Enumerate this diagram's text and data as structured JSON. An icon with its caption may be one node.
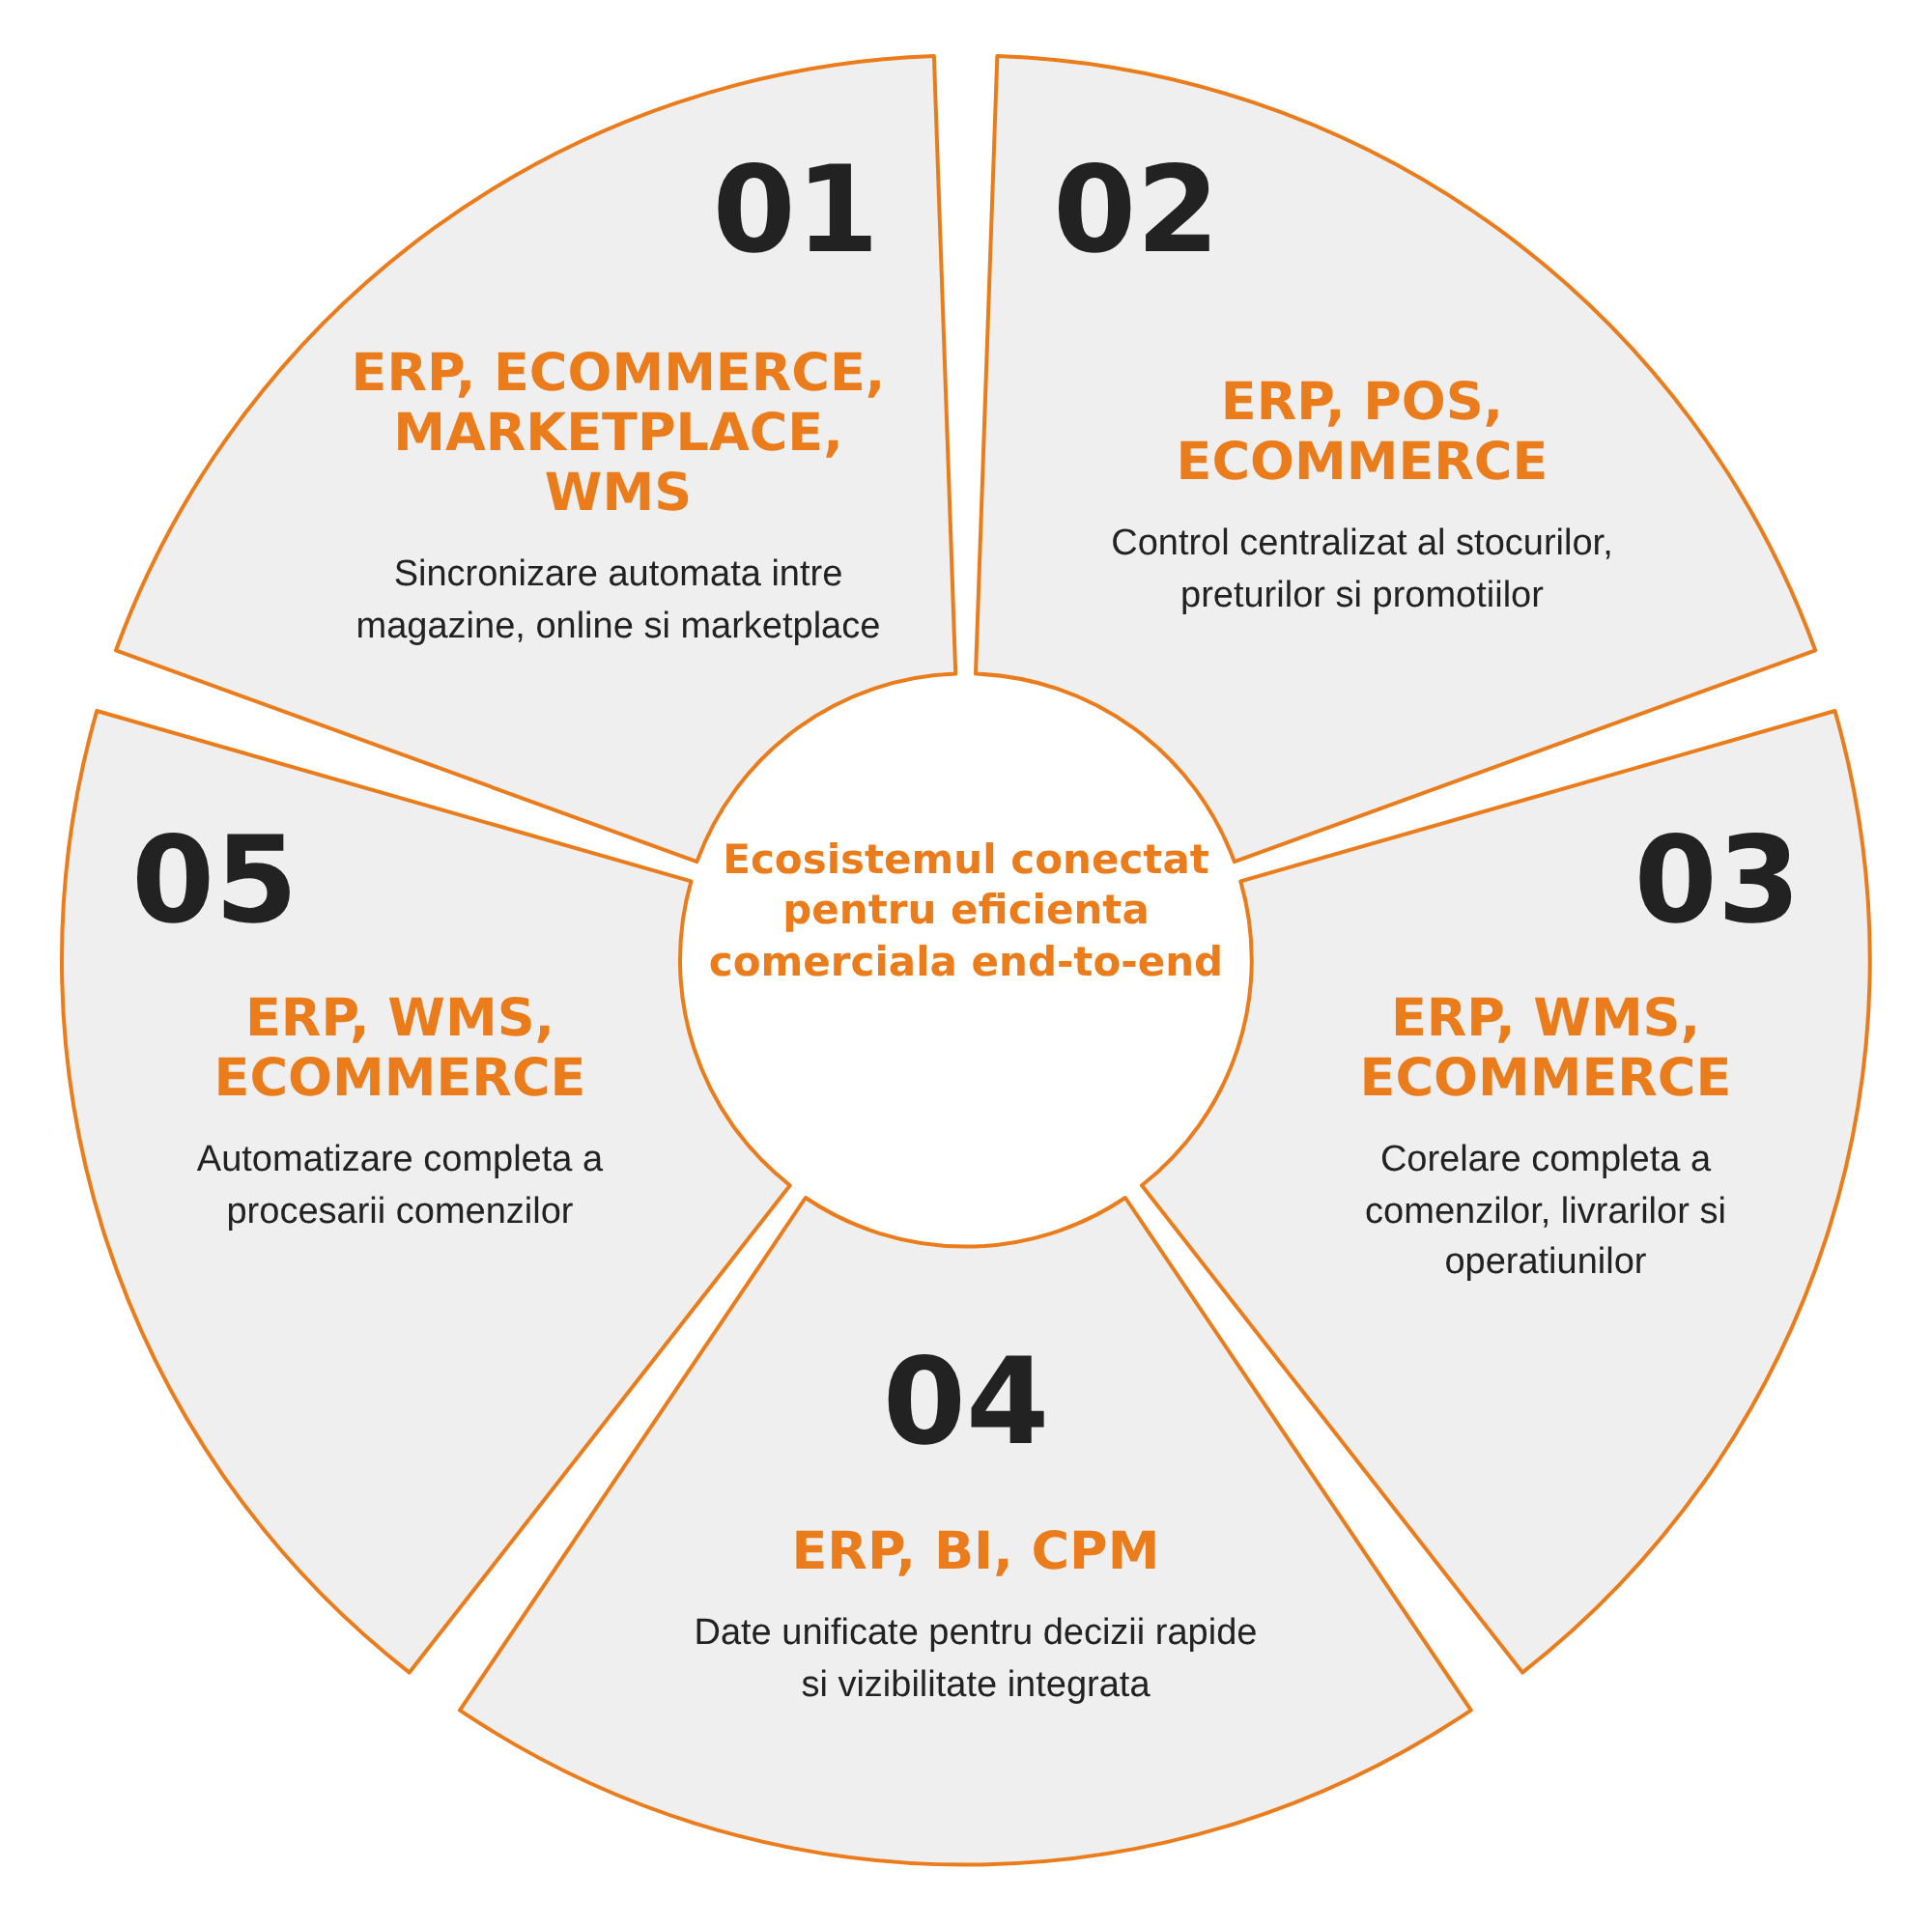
{
  "diagram": {
    "title": "Ecosistemul conectat pentru eficienta comerciala end-to-end",
    "nodes": [
      {
        "text": [
          "01",
          "ERP, ECOMMERCE, MARKETPLACE, WMS",
          "Sincronizare automata intre magazine, online si marketplace"
        ]
      },
      {
        "text": [
          "02",
          "ERP, POS, ECOMMERCE",
          "Control centralizat al stocurilor, preturilor si promotiilor"
        ]
      },
      {
        "text": [
          "03",
          "ERP, WMS, ECOMMERCE",
          "Corelare completa a comenzilor, livrarilor si operatiunilor"
        ]
      },
      {
        "text": [
          "04",
          "ERP, BI, CPM",
          "Date unificate pentru decizii rapide si vizibilitate integrata"
        ]
      },
      {
        "text": [
          "05",
          "ERP, WMS, ECOMMERCE",
          "Automatizare completa a procesarii comenzilor"
        ]
      }
    ]
  }
}
